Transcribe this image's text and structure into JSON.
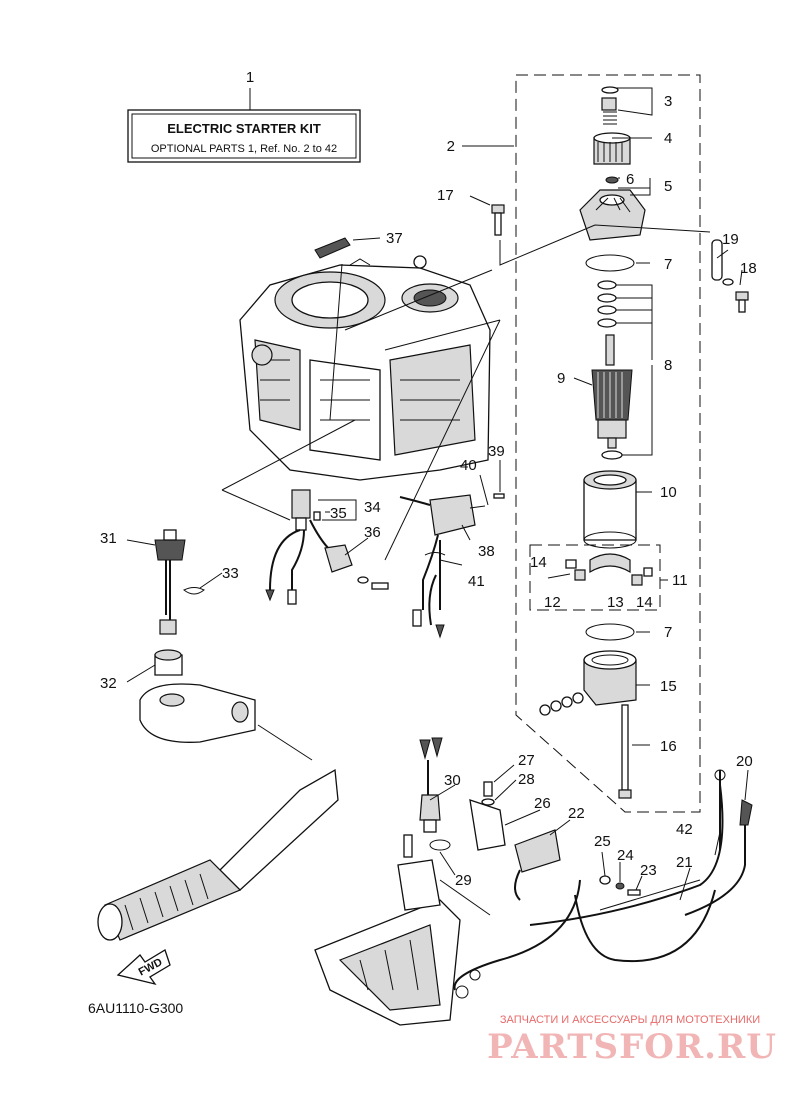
{
  "kit_label": {
    "title": "ELECTRIC STARTER KIT",
    "subtitle": "OPTIONAL PARTS 1,  Ref. No. 2 to 42"
  },
  "diagram_code": "6AU1110-G300",
  "fwd_label": "FWD",
  "watermark": {
    "tagline": "ЗАПЧАСТИ И АКСЕССУАРЫ ДЛЯ МОТОТЕХНИКИ",
    "brand": "PARTSFOR.RU"
  },
  "callouts": {
    "c1": "1",
    "c2": "2",
    "c3": "3",
    "c4": "4",
    "c5": "5",
    "c6": "6",
    "c7a": "7",
    "c7b": "7",
    "c8": "8",
    "c9": "9",
    "c10": "10",
    "c11": "11",
    "c12": "12",
    "c13": "13",
    "c14a": "14",
    "c14b": "14",
    "c15": "15",
    "c16": "16",
    "c17": "17",
    "c18": "18",
    "c19": "19",
    "c20": "20",
    "c21": "21",
    "c22": "22",
    "c23": "23",
    "c24": "24",
    "c25": "25",
    "c26": "26",
    "c27": "27",
    "c28": "28",
    "c29": "29",
    "c30": "30",
    "c31": "31",
    "c32": "32",
    "c33": "33",
    "c34": "34",
    "c35": "35",
    "c36": "36",
    "c37": "37",
    "c38": "38",
    "c39": "39",
    "c40": "40",
    "c41": "41",
    "c42": "42"
  }
}
